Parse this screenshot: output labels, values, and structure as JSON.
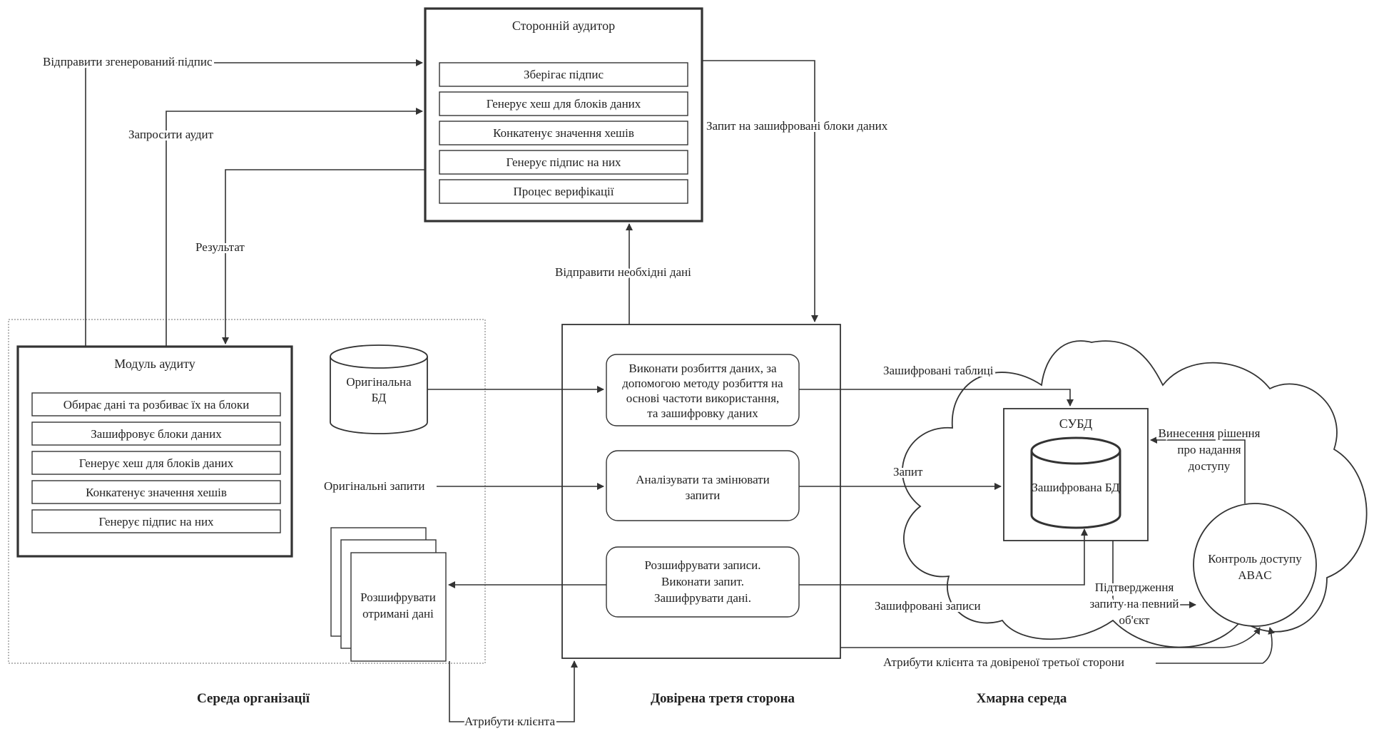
{
  "auditor": {
    "title": "Сторонній аудитор",
    "items": [
      "Зберігає підпис",
      "Генерує хеш для блоків даних",
      "Конкатенує значення хешів",
      "Генерує підпис на них",
      "Процес верифікації"
    ]
  },
  "audit_module": {
    "title": "Модуль аудиту",
    "items": [
      "Обирає дані та розбиває їх на блоки",
      "Зашифровує блоки даних",
      "Генерує хеш для блоків даних",
      "Конкатенує значення хешів",
      "Генерує підпис на них"
    ]
  },
  "original_db": [
    "Оригінальна",
    "БД"
  ],
  "decrypt_docs": [
    "Розшифрувати",
    "отримані дані"
  ],
  "ttp_boxes": {
    "split": [
      "Виконати розбиття даних, за",
      "допомогою методу розбиття на",
      "основі частоти використання,",
      "та зашифровку даних"
    ],
    "analyze": [
      "Аналізувати та змінювати",
      "запити"
    ],
    "decrypt": [
      "Розшифрувати записи.",
      "Виконати запит.",
      "Зашифрувати дані."
    ]
  },
  "dbms": {
    "title": "СУБД",
    "db": "Зашифрована БД"
  },
  "abac": [
    "Контроль доступу",
    "ABAC"
  ],
  "labels": {
    "send_signature": "Відправити згенерований підпис",
    "request_audit": "Запросити аудит",
    "result": "Результат",
    "request_encrypted_blocks": "Запит на зашифровані блоки даних",
    "send_needed_data": "Відправити необхідні дані",
    "encrypted_tables": "Зашифровані таблиці",
    "original_queries": "Оригінальні запити",
    "query": "Запит",
    "encrypted_records": "Зашифровані записи",
    "access_decision": [
      "Винесення рішення",
      "про надання",
      "доступу"
    ],
    "confirmation": [
      "Підтвердження",
      "запиту на певний",
      "об'єкт"
    ],
    "client_ttp_attributes": "Атрибути клієнта та довіреної третьої сторони",
    "client_attributes": "Атрибути клієнта"
  },
  "zones": {
    "organization": "Середа організації",
    "trusted_third_party": "Довірена третя сторона",
    "cloud": "Хмарна середа"
  }
}
